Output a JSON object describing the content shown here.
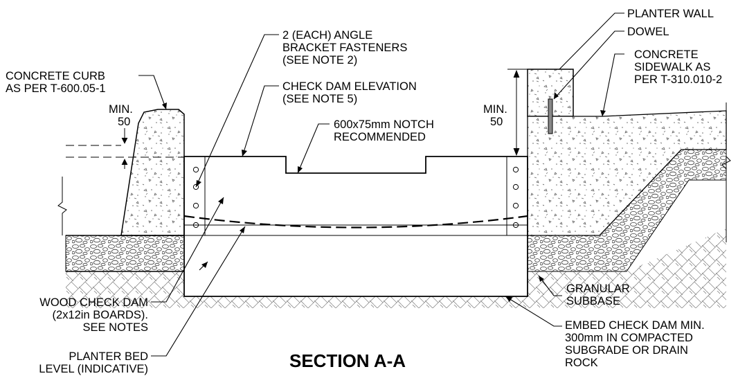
{
  "title": "SECTION A-A",
  "labels": {
    "planter_wall": "PLANTER WALL",
    "dowel": "DOWEL",
    "sidewalk": [
      "CONCRETE",
      "SIDEWALK AS",
      "PER T-310.010-2"
    ],
    "brackets": [
      "2 (EACH) ANGLE",
      "BRACKET FASTENERS",
      "(SEE NOTE 2)"
    ],
    "curb": [
      "CONCRETE CURB",
      "AS PER T-600.05-1"
    ],
    "elevation": [
      "CHECK DAM ELEVATION",
      "(SEE NOTE 5)"
    ],
    "notch": [
      "600x75mm NOTCH",
      "RECOMMENDED"
    ],
    "granular": [
      "GRANULAR",
      "SUBBASE"
    ],
    "embed": [
      "EMBED CHECK DAM MIN.",
      "300mm IN COMPACTED",
      "SUBGRADE OR DRAIN",
      "ROCK"
    ],
    "wood_dam": [
      "WOOD CHECK DAM",
      "(2x12in BOARDS).",
      "SEE NOTES"
    ],
    "planter_bed": [
      "PLANTER BED",
      "LEVEL (INDICATIVE)"
    ]
  },
  "dimensions": {
    "left": [
      "MIN.",
      "50"
    ],
    "right": [
      "MIN.",
      "50"
    ]
  }
}
